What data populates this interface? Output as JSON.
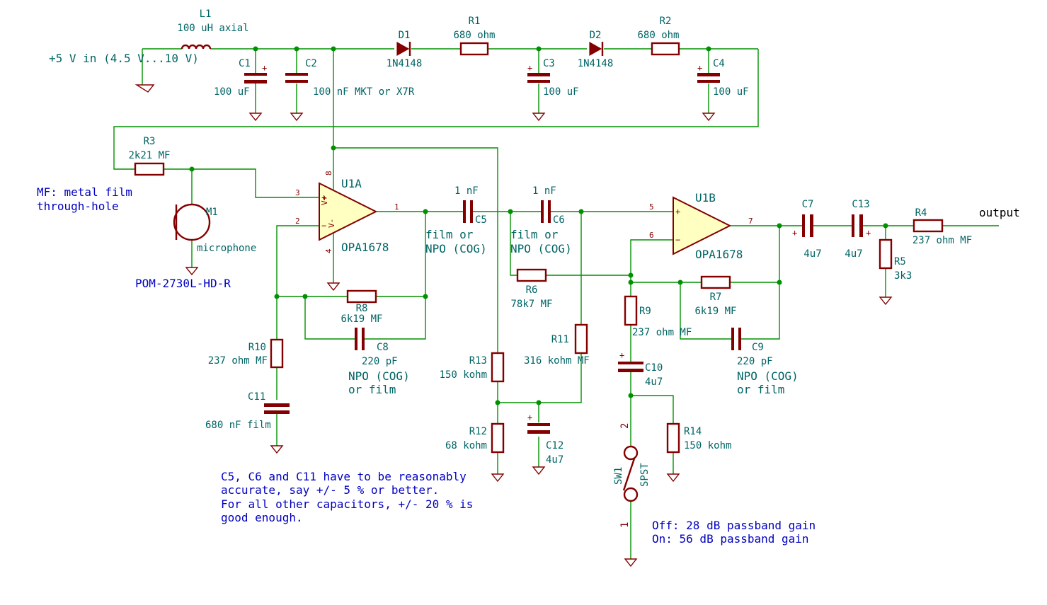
{
  "supply_label": "+5 V in (4.5 V...10 V)",
  "output_label": "output",
  "notes": {
    "mf_1": "MF: metal film",
    "mf_2": "through-hole",
    "mic_part": "POM-2730L-HD-R",
    "acc_1": "C5, C6 and C11 have to be reasonably",
    "acc_2": "accurate, say +/- 5 % or better.",
    "acc_3": "For all other capacitors, +/- 20 % is",
    "acc_4": "good enough.",
    "gain_off": "Off: 28 dB passband gain",
    "gain_on": "On: 56 dB passband gain"
  },
  "components": {
    "L1": {
      "ref": "L1",
      "value": "100 uH axial"
    },
    "C1": {
      "ref": "C1",
      "value": "100 uF"
    },
    "C2": {
      "ref": "C2",
      "value": "100 nF MKT or X7R"
    },
    "D1": {
      "ref": "D1",
      "value": "1N4148"
    },
    "R1": {
      "ref": "R1",
      "value": "680 ohm"
    },
    "C3": {
      "ref": "C3",
      "value": "100 uF"
    },
    "D2": {
      "ref": "D2",
      "value": "1N4148"
    },
    "R2": {
      "ref": "R2",
      "value": "680 ohm"
    },
    "C4": {
      "ref": "C4",
      "value": "100 uF"
    },
    "R3": {
      "ref": "R3",
      "value": "2k21 MF"
    },
    "M1": {
      "ref": "M1",
      "value": "microphone"
    },
    "U1A": {
      "ref": "U1A",
      "value": "OPA1678"
    },
    "U1B": {
      "ref": "U1B",
      "value": "OPA1678"
    },
    "C5": {
      "ref": "C5",
      "value": "1 nF",
      "note_1": "film or",
      "note_2": "NPO (COG)"
    },
    "C6": {
      "ref": "C6",
      "value": "1 nF",
      "note_1": "film or",
      "note_2": "NPO (COG)"
    },
    "R6": {
      "ref": "R6",
      "value": "78k7 MF"
    },
    "R7": {
      "ref": "R7",
      "value": "6k19 MF"
    },
    "R8": {
      "ref": "R8",
      "value": "6k19 MF"
    },
    "C8": {
      "ref": "C8",
      "value": "220 pF",
      "note_1": "NPO (COG)",
      "note_2": "or film"
    },
    "C9": {
      "ref": "C9",
      "value": "220 pF",
      "note_1": "NPO (COG)",
      "note_2": "or film"
    },
    "R9": {
      "ref": "R9",
      "value": "237 ohm MF"
    },
    "R10": {
      "ref": "R10",
      "value": "237 ohm MF"
    },
    "C10": {
      "ref": "C10",
      "value": "4u7"
    },
    "C11": {
      "ref": "C11",
      "value": "680 nF film"
    },
    "R11": {
      "ref": "R11",
      "value": "316 kohm MF"
    },
    "R12": {
      "ref": "R12",
      "value": "68 kohm"
    },
    "C12": {
      "ref": "C12",
      "value": "4u7"
    },
    "R13": {
      "ref": "R13",
      "value": "150 kohm"
    },
    "R14": {
      "ref": "R14",
      "value": "150 kohm"
    },
    "SW1": {
      "ref": "SW1",
      "value": "SPST"
    },
    "C7": {
      "ref": "C7",
      "value": "4u7"
    },
    "C13": {
      "ref": "C13",
      "value": "4u7"
    },
    "R4": {
      "ref": "R4",
      "value": "237 ohm MF"
    },
    "R5": {
      "ref": "R5",
      "value": "3k3"
    }
  },
  "pins": {
    "u1a_in_plus": "3",
    "u1a_in_minus": "2",
    "u1a_out": "1",
    "u1a_vplus": "8",
    "u1a_vminus": "4",
    "u1b_in_plus": "5",
    "u1b_in_minus": "6",
    "u1b_out": "7",
    "sw_top": "2",
    "sw_bot": "1"
  },
  "symbols": {
    "vplus": "V+",
    "vminus": "V-",
    "plus": "+",
    "minus": "−"
  },
  "colors": {
    "wire": "#009100",
    "component": "#840000",
    "reference": "#006464",
    "note": "#0000c2",
    "opamp_fill": "#ffffc2"
  }
}
